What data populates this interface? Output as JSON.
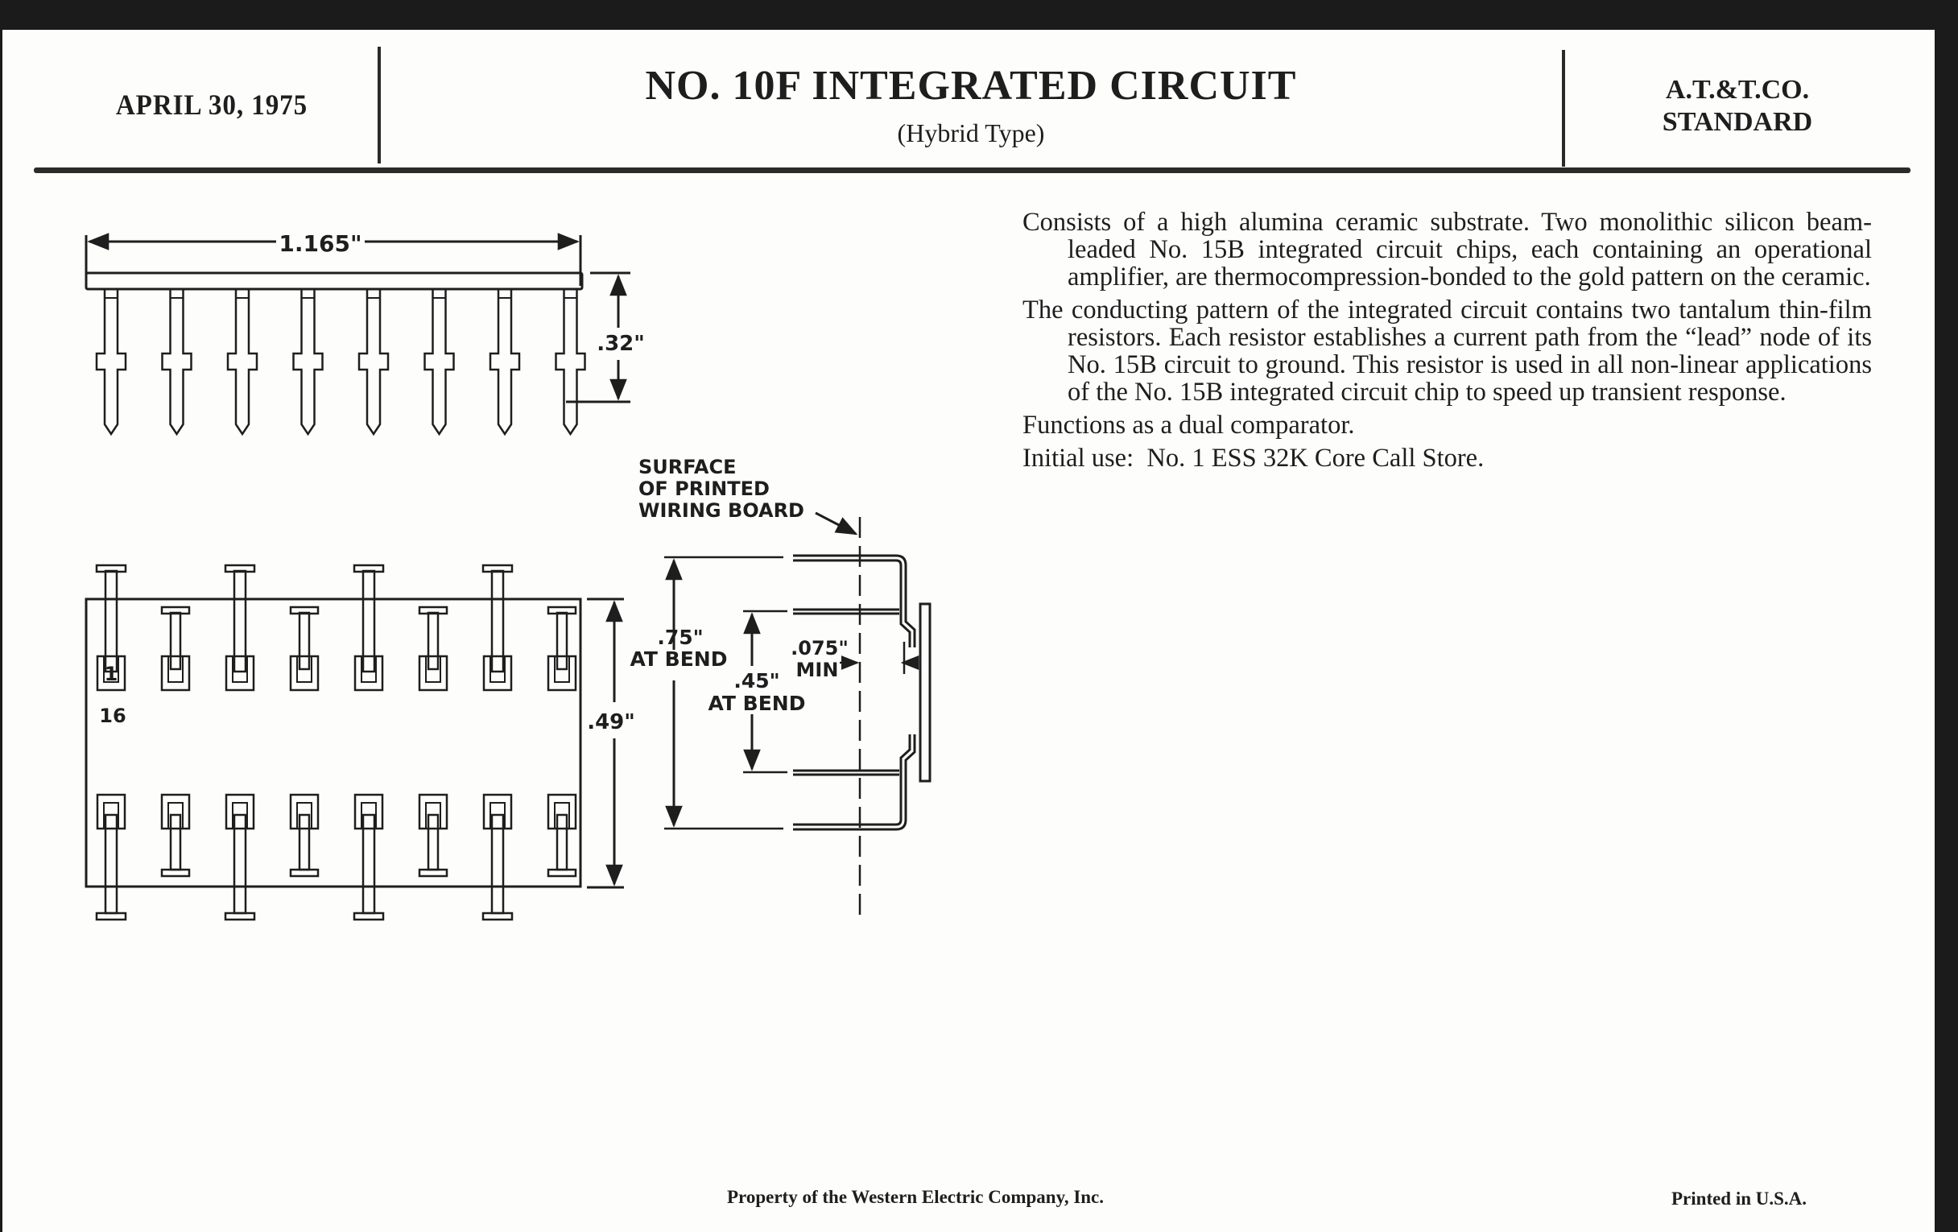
{
  "header": {
    "date": "APRIL 30, 1975",
    "title": "NO. 10F INTEGRATED CIRCUIT",
    "subtitle": "(Hybrid Type)",
    "org_line1": "A.T.&T.CO.",
    "org_line2": "STANDARD"
  },
  "description": {
    "paragraphs": [
      "Consists of a high alumina ceramic substrate. Two monolithic silicon beam-leaded No. 15B integrated circuit chips, each containing an operational amplifier, are thermocompres­sion-bonded to the gold pattern on the ceramic.",
      "The conducting pattern of the integrated circuit contains two tantalum thin-film resistors. Each resistor establishes a current path from the “lead” node of its No. 15B circuit to ground. This resistor is used in all non-linear applications of the No. 15B integrated circuit chip to speed up transient response.",
      "Functions as a dual comparator.",
      "Initial use:  No. 1 ESS 32K Core Call Store."
    ]
  },
  "drawing": {
    "side_view": {
      "width_label": "1.165\"",
      "height_label": ".32\"",
      "pin_count": 8
    },
    "top_view": {
      "height_label": ".49\"",
      "pin_label_first": "1",
      "pin_label_last": "16",
      "pins_per_row": 8
    },
    "end_view": {
      "board_label_lines": [
        "SURFACE",
        "OF PRINTED",
        "WIRING BOARD"
      ],
      "outer_span_label_1": ".75\"",
      "outer_span_label_2": "AT BEND",
      "inner_span_label_1": ".45\"",
      "inner_span_label_2": "AT BEND",
      "clearance_label_1": ".075\"",
      "clearance_label_2": "MIN"
    }
  },
  "footer": {
    "property": "Property of the Western Electric Company, Inc.",
    "printed": "Printed in U.S.A."
  }
}
